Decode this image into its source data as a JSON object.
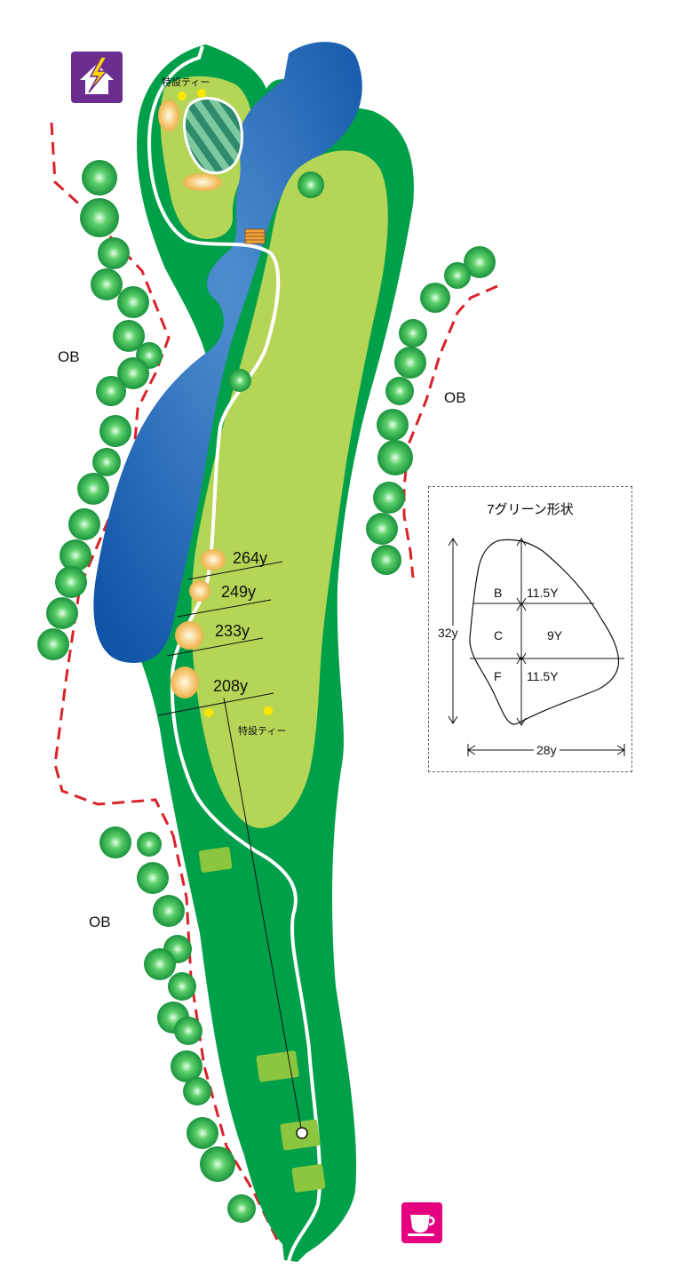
{
  "colors": {
    "rough": "#00a04a",
    "fairway": "#b5d556",
    "water": "#1a5fae",
    "bunker": "#f7c872",
    "tree": "#2fae4a",
    "ob_line": "#d8232a",
    "path": "#ffffff",
    "tee_marker": "#ffe600",
    "teebox": "#8cc63f",
    "flash_icon_bg": "#6b2d8f",
    "cafe_icon_bg": "#e4007f"
  },
  "ob_labels": [
    "OB",
    "OB",
    "OB"
  ],
  "yardages": [
    "264y",
    "249y",
    "233y",
    "208y"
  ],
  "special_tee": {
    "upper": "特設ティー",
    "lower": "特設ティー"
  },
  "green_panel": {
    "title": "7グリーン形状",
    "sections": [
      "B",
      "C",
      "F"
    ],
    "section_lengths": [
      "11.5Y",
      "9Y",
      "11.5Y"
    ],
    "depth": "32y",
    "width": "28y"
  },
  "icons": {
    "top_left": "lightning-house-icon",
    "bottom_right": "coffee-cup-icon"
  }
}
